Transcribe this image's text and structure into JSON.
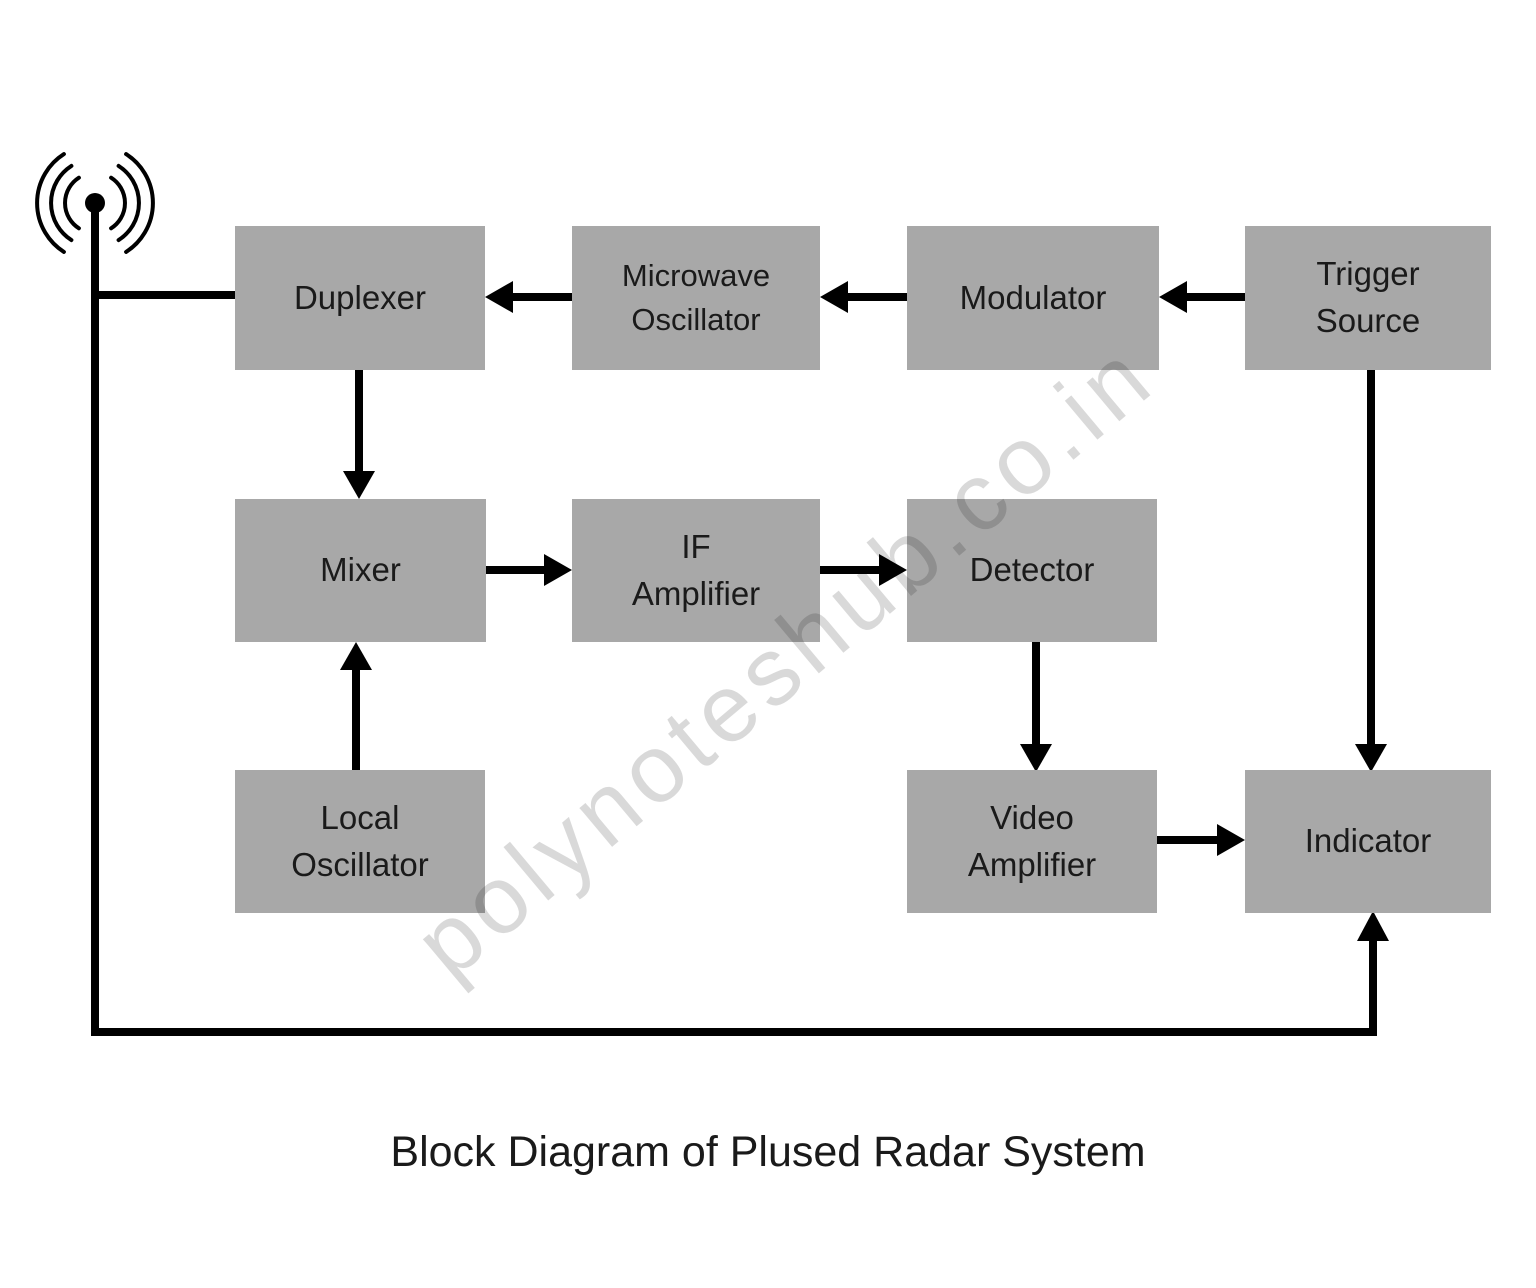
{
  "caption": "Block Diagram of Plused Radar System",
  "watermark": "polynoteshub.co.in",
  "colors": {
    "background": "#ffffff",
    "block_fill": "#a8a8a8",
    "line": "#000000",
    "text": "#1a1a1a",
    "watermark": "rgba(0,0,0,0.15)"
  },
  "blocks": {
    "duplexer": {
      "line1": "Duplexer",
      "line2": ""
    },
    "microwave_oscillator": {
      "line1": "Microwave",
      "line2": "Oscillator"
    },
    "modulator": {
      "line1": "Modulator",
      "line2": ""
    },
    "trigger_source": {
      "line1": "Trigger",
      "line2": "Source"
    },
    "mixer": {
      "line1": "Mixer",
      "line2": ""
    },
    "if_amplifier": {
      "line1": "IF",
      "line2": "Amplifier"
    },
    "detector": {
      "line1": "Detector",
      "line2": ""
    },
    "local_oscillator": {
      "line1": "Local",
      "line2": "Oscillator"
    },
    "video_amplifier": {
      "line1": "Video",
      "line2": "Amplifier"
    },
    "indicator": {
      "line1": "Indicator",
      "line2": ""
    }
  },
  "connections": [
    {
      "from": "Antenna",
      "to": "Duplexer"
    },
    {
      "from": "Microwave Oscillator",
      "to": "Duplexer"
    },
    {
      "from": "Modulator",
      "to": "Microwave Oscillator"
    },
    {
      "from": "Trigger Source",
      "to": "Modulator"
    },
    {
      "from": "Duplexer",
      "to": "Mixer"
    },
    {
      "from": "Mixer",
      "to": "IF Amplifier"
    },
    {
      "from": "IF Amplifier",
      "to": "Detector"
    },
    {
      "from": "Local Oscillator",
      "to": "Mixer"
    },
    {
      "from": "Detector",
      "to": "Video Amplifier"
    },
    {
      "from": "Trigger Source",
      "to": "Indicator"
    },
    {
      "from": "Video Amplifier",
      "to": "Indicator"
    },
    {
      "from": "Antenna",
      "to": "Indicator"
    }
  ]
}
